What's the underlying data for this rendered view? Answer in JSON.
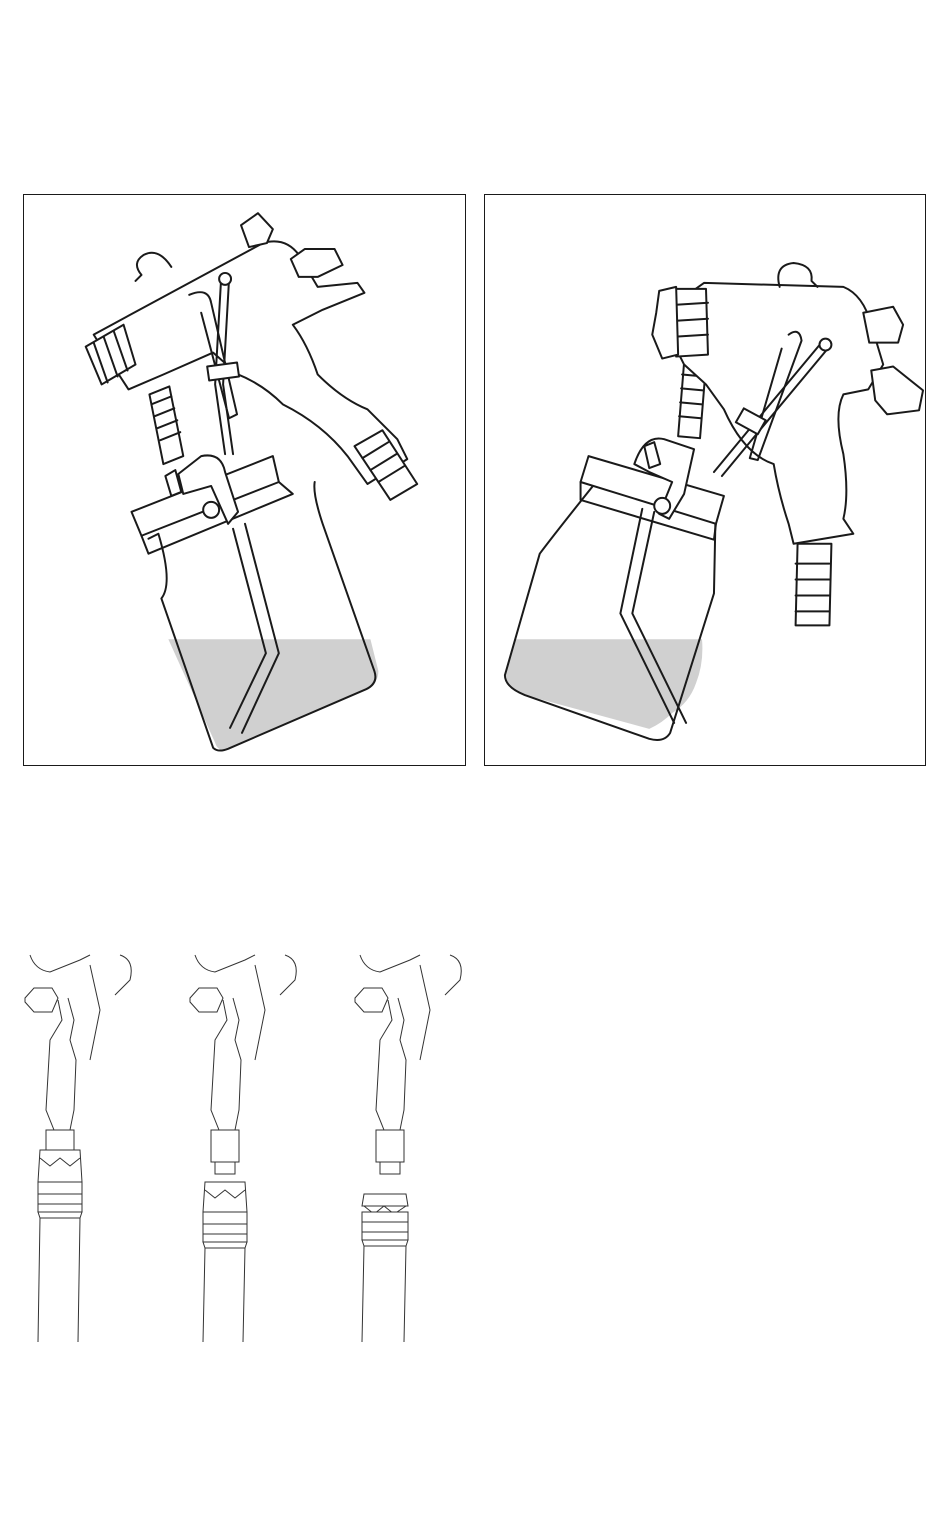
{
  "figure": {
    "panels": [
      {
        "id": "left",
        "liquid_level": 0.2,
        "fill_color": "#d0d0d0"
      },
      {
        "id": "right",
        "liquid_level": 0.19,
        "fill_color": "#d0d0d0"
      }
    ],
    "steps": [
      {
        "id": "step-1",
        "state": "connected"
      },
      {
        "id": "step-2",
        "state": "separating"
      },
      {
        "id": "step-3",
        "state": "disconnected"
      }
    ],
    "colors": {
      "line": "#1a1a1a",
      "liquid": "#d0d0d0",
      "background": "#ffffff"
    }
  }
}
